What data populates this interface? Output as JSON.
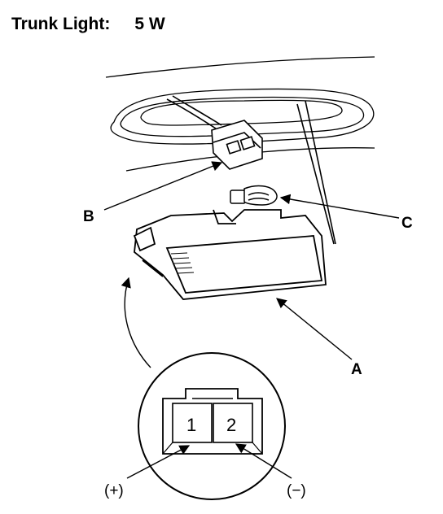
{
  "title": {
    "name": "Trunk Light:",
    "wattage": "5 W"
  },
  "callouts": {
    "a": "A",
    "b": "B",
    "c": "C"
  },
  "connector": {
    "pin1": "1",
    "pin2": "2",
    "positive": "(+)",
    "negative": "(−)"
  }
}
